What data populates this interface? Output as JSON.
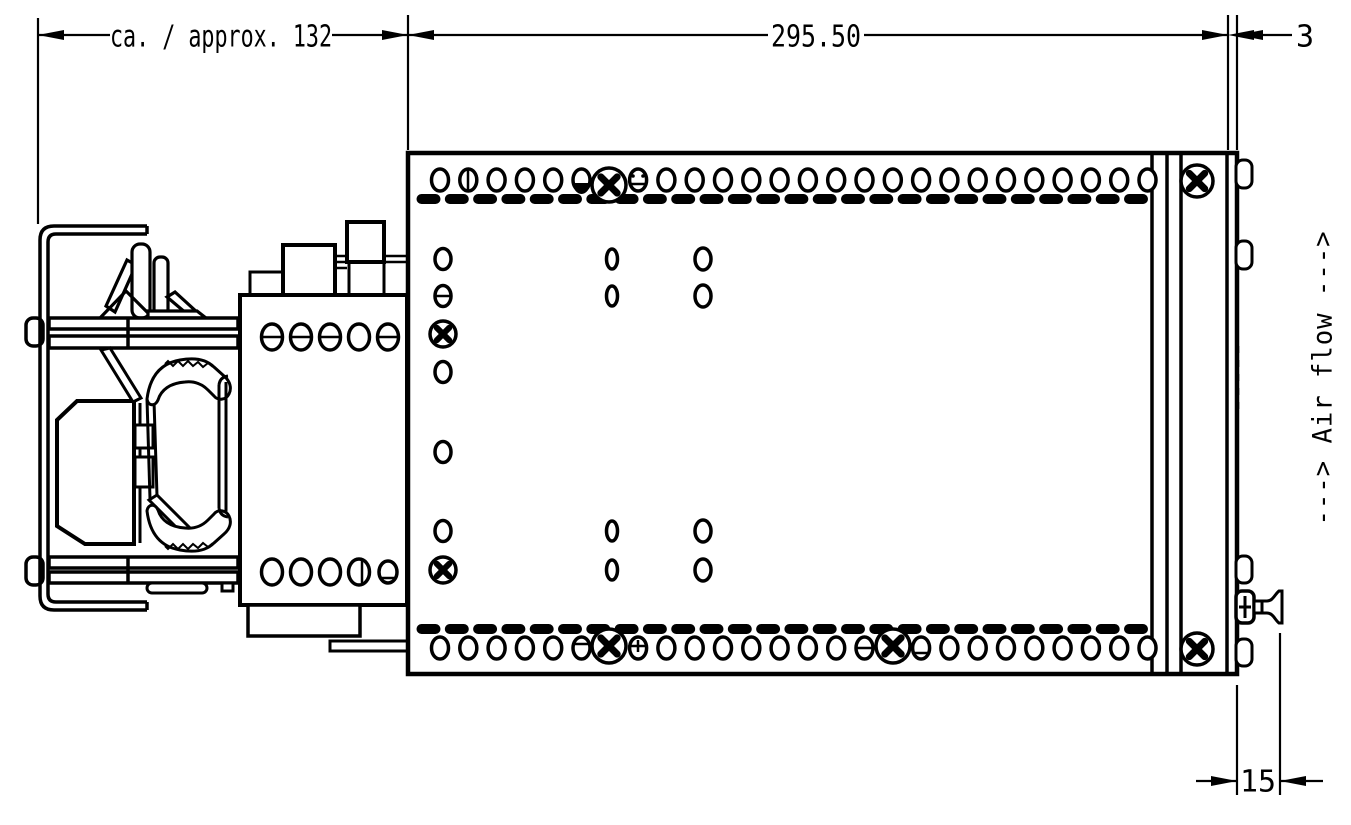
{
  "meta": {
    "type": "technical-drawing",
    "description": "Side view of DIN-rail mounted unit with ventilation holes, rear thumbscrew and dimension callouts"
  },
  "labels": {
    "dim_left": "ca. / approx. 132",
    "dim_main": "295.50",
    "dim_rear_gap": "3",
    "dim_thumbscrew": "15",
    "air_flow": "---> Air flow --->"
  },
  "colors": {
    "line": "#000000",
    "background": "#ffffff"
  }
}
